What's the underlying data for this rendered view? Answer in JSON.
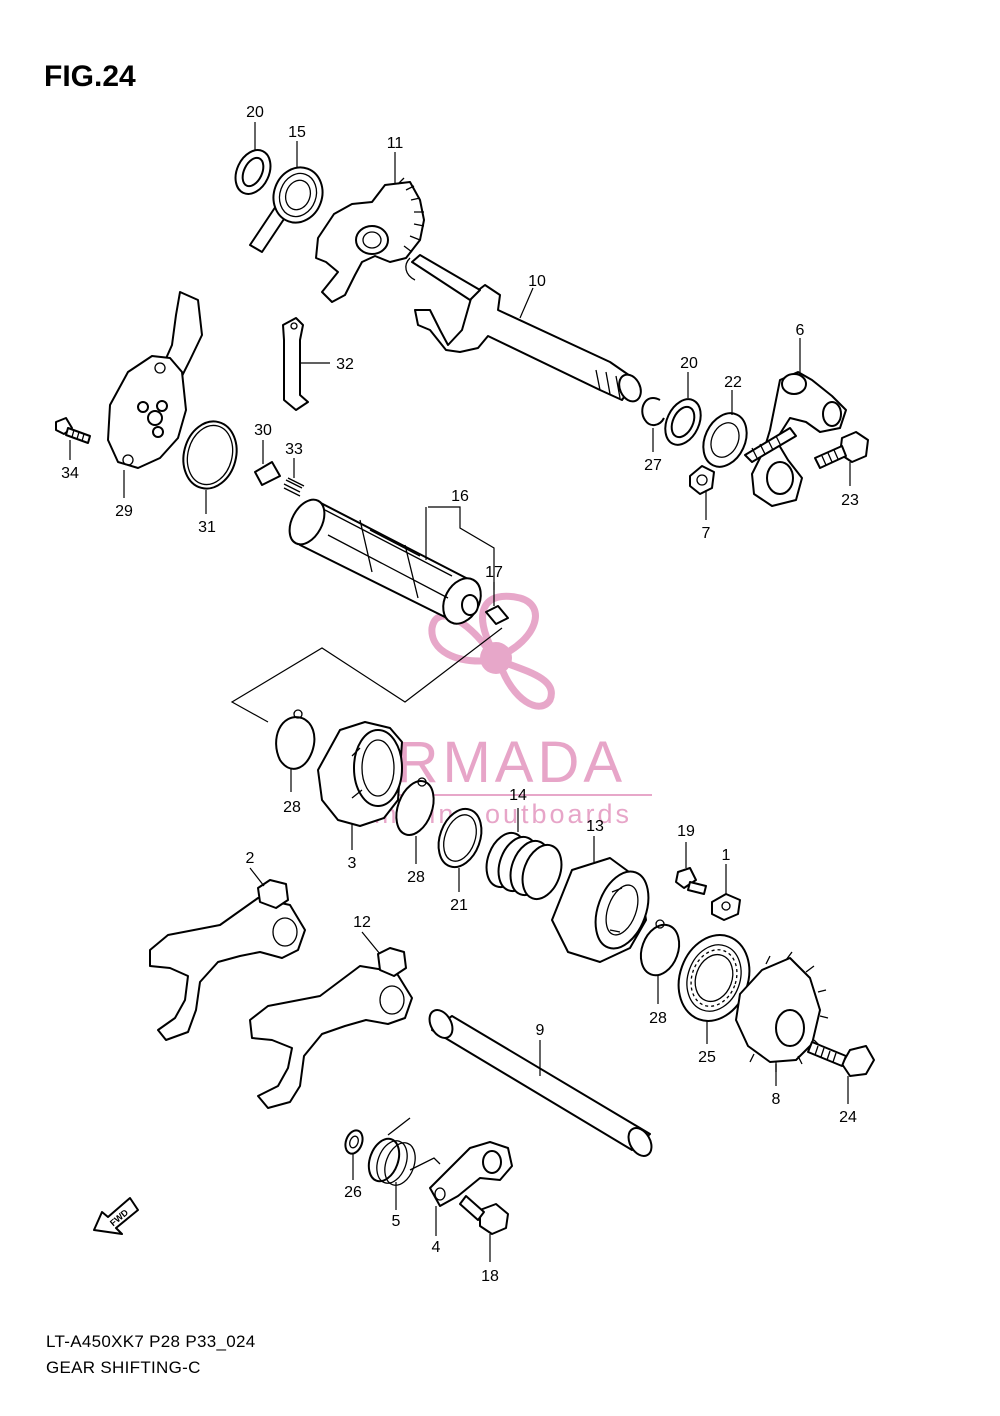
{
  "figure": {
    "title": "FIG.24",
    "model_code": "LT-A450XK7 P28 P33_024",
    "caption": "GEAR SHIFTING-C"
  },
  "watermark": {
    "brand": "ARMADA",
    "tagline": "marine outboards",
    "color": "#e59ec4"
  },
  "fwd_arrow": {
    "label": "FWD"
  },
  "callouts": [
    "20",
    "15",
    "11",
    "10",
    "32",
    "6",
    "20",
    "22",
    "34",
    "29",
    "31",
    "30",
    "33",
    "27",
    "7",
    "23",
    "16",
    "17",
    "28",
    "3",
    "14",
    "28",
    "21",
    "13",
    "19",
    "1",
    "2",
    "12",
    "9",
    "28",
    "25",
    "8",
    "24",
    "26",
    "5",
    "4",
    "18"
  ]
}
